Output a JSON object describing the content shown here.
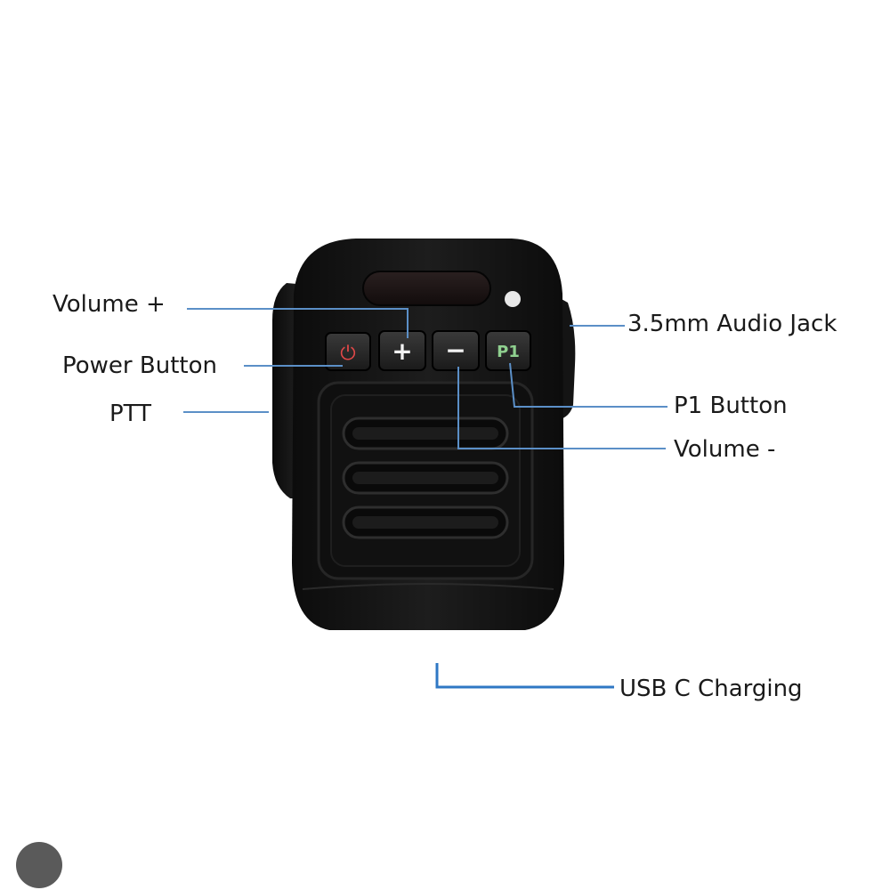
{
  "callouts": {
    "volume_plus": "Volume +",
    "power_button": "Power Button",
    "ptt": "PTT",
    "audio_jack": "3.5mm Audio Jack",
    "p1_button": "P1 Button",
    "volume_minus": "Volume -",
    "usb_charging": "USB C Charging"
  },
  "device": {
    "power_symbol": "⏻",
    "plus_symbol": "+",
    "minus_symbol": "−",
    "p1_label": "P1"
  },
  "colors": {
    "leader_line": "#5b8fc7",
    "usb_leader": "#2f78c4",
    "device_body": "#151515",
    "power_icon": "#e04848",
    "p1_text": "#8fd08f"
  },
  "icons": {
    "power": "power-icon",
    "plus": "plus-icon",
    "minus": "minus-icon"
  }
}
